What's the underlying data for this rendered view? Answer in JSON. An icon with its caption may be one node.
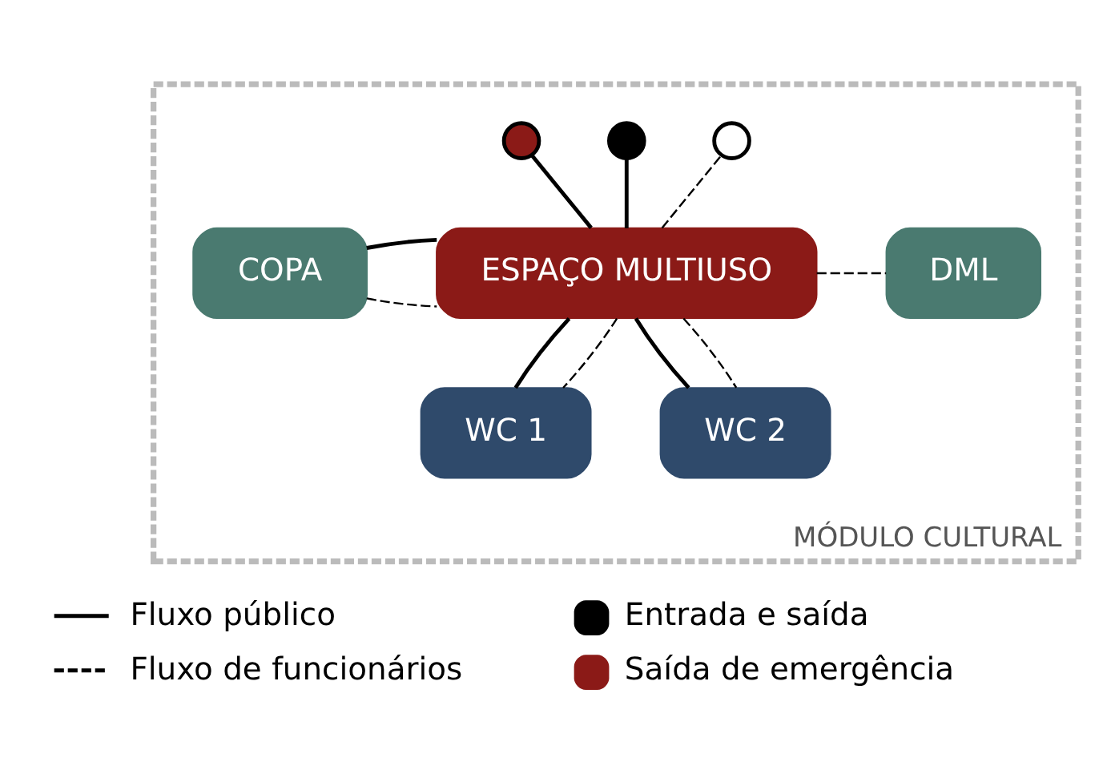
{
  "diagram": {
    "nodes": [
      {
        "text": [
          "MÓDULO CULTURAL"
        ]
      },
      {
        "text": [
          "COPA"
        ],
        "in": 0
      },
      {
        "text": [
          "ESPAÇO MULTIUSO"
        ],
        "in": 0
      },
      {
        "text": [
          "DML"
        ],
        "in": 0
      },
      {
        "text": [
          "WC 1"
        ],
        "in": 0
      },
      {
        "text": [
          "WC 2"
        ],
        "in": 0
      },
      {
        "text": [],
        "shape": "circle",
        "in": 0
      },
      {
        "text": [],
        "shape": "circle",
        "in": 0
      },
      {
        "text": [],
        "shape": "circle",
        "in": 0
      }
    ],
    "edges": [
      {
        "from": 1,
        "to": 2,
        "arrow": "none",
        "style": "dashed"
      },
      {
        "from": 1,
        "to": 2,
        "arrow": "none"
      },
      {
        "from": 2,
        "to": 3,
        "arrow": "none",
        "style": "dashed"
      },
      {
        "from": 2,
        "to": 4,
        "arrow": "none"
      },
      {
        "from": 2,
        "to": 4,
        "arrow": "none",
        "style": "dashed"
      },
      {
        "from": 2,
        "to": 5,
        "arrow": "none"
      },
      {
        "from": 2,
        "to": 5,
        "arrow": "none",
        "style": "dashed"
      },
      {
        "from": 2,
        "to": 6,
        "arrow": "none"
      },
      {
        "from": 2,
        "to": 7,
        "arrow": "none"
      },
      {
        "from": 2,
        "to": 8,
        "arrow": "none",
        "style": "dashed"
      }
    ],
    "legend": [
      {
        "text": "Fluxo público"
      },
      {
        "text": "Fluxo de funcionários"
      },
      {
        "text": "Entrada e saída",
        "color": "#000000"
      },
      {
        "text": "Saída de emergência",
        "color": "#8b1a17"
      }
    ]
  }
}
